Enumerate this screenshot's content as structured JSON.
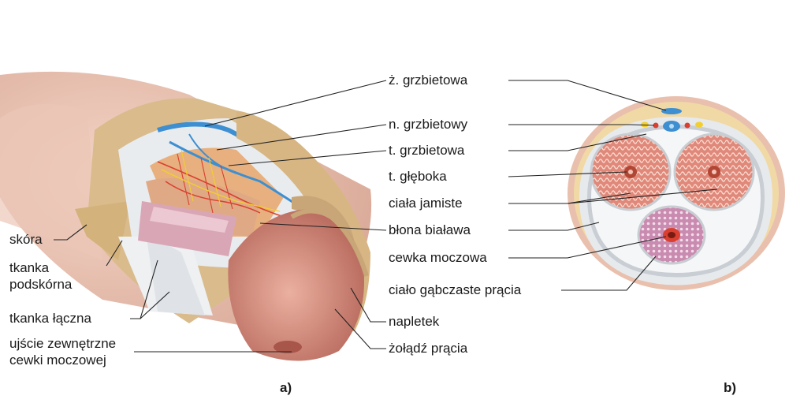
{
  "figure_a": {
    "letter": "a)",
    "labels": {
      "skora": "skóra",
      "tkanka_podskorna_1": "tkanka",
      "tkanka_podskorna_2": "podskórna",
      "tkanka_laczna": "tkanka łączna",
      "ujscie_1": "ujście zewnętrzne",
      "ujscie_2": "cewki moczowej",
      "napletek": "napletek",
      "zoladz": "żołądź prącia"
    }
  },
  "figure_b": {
    "letter": "b)"
  },
  "center_labels": {
    "z_grzbietowa": "ż. grzbietowa",
    "n_grzbietowy": "n. grzbietowy",
    "t_grzbietowa": "t. grzbietowa",
    "t_gleboka": "t. głęboka",
    "ciala_jamiste": "ciała jamiste",
    "blona_bialawa": "błona biaława",
    "cewka_moczowa": "cewka moczowa",
    "cialo_gabczaste": "ciało gąbczaste prącia"
  },
  "colors": {
    "skin": "#e8c2b0",
    "subcutaneous": "#d9bb8c",
    "fascia": "#eceef0",
    "vein": "#3d8fd1",
    "artery": "#d9402f",
    "nerve": "#f2cf2e",
    "cavernous": "#e2866e",
    "spongy": "#d7a8c6",
    "glans": "#d89586",
    "leader_line": "#222222"
  }
}
